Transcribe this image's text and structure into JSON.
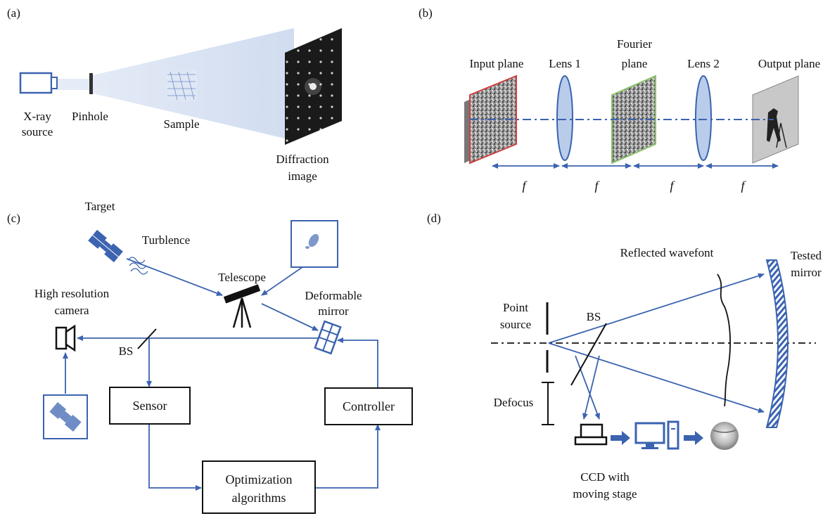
{
  "panels": {
    "a": {
      "label": "(a)",
      "xray_source": [
        "X-ray",
        "source"
      ],
      "pinhole": "Pinhole",
      "sample": "Sample",
      "diffraction": [
        "Diffraction",
        "image"
      ]
    },
    "b": {
      "label": "(b)",
      "input_plane": "Input plane",
      "lens1": "Lens 1",
      "fourier": [
        "Fourier",
        "plane"
      ],
      "lens2": "Lens 2",
      "output_plane": "Output plane",
      "focal": [
        "f",
        "f",
        "f",
        "f"
      ]
    },
    "c": {
      "label": "(c)",
      "target": "Target",
      "turbulence": "Turblence",
      "telescope": "Telescope",
      "deformable": [
        "Deformable",
        "mirror"
      ],
      "camera": [
        "High resolution",
        "camera"
      ],
      "bs": "BS",
      "sensor": "Sensor",
      "controller": "Controller",
      "optimization": [
        "Optimization",
        "algorithms"
      ]
    },
    "d": {
      "label": "(d)",
      "reflected": "Reflected wavefont",
      "tested": [
        "Tested",
        "mirror"
      ],
      "point_source": [
        "Point",
        "source"
      ],
      "bs": "BS",
      "defocus": "Defocus",
      "ccd": [
        "CCD with",
        "moving stage"
      ]
    }
  },
  "colors": {
    "accent": "#3b63b0",
    "beam": "#d9e3f3",
    "red_frame": "#d04040",
    "green_frame": "#8cc36b"
  }
}
